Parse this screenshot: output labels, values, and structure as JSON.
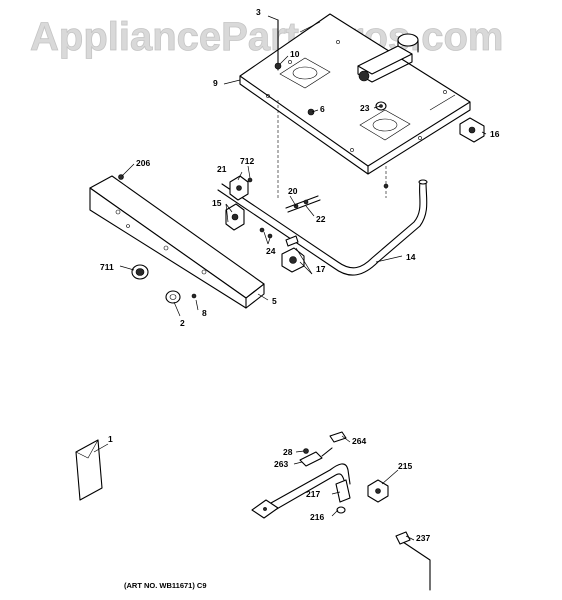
{
  "watermark": "AppliancePartsPros.com",
  "art_number": "(ART NO. WB11671) C9",
  "callouts": {
    "c1": "1",
    "c2": "2",
    "c3": "3",
    "c5": "5",
    "c6": "6",
    "c8": "8",
    "c9": "9",
    "c10": "10",
    "c14": "14",
    "c15": "15",
    "c16": "16",
    "c17": "17",
    "c20": "20",
    "c21": "21",
    "c22": "22",
    "c23": "23",
    "c24": "24",
    "c28": "28",
    "c206": "206",
    "c215": "215",
    "c216": "216",
    "c217": "217",
    "c237": "237",
    "c263": "263",
    "c264": "264",
    "c711": "711",
    "c712": "712"
  }
}
